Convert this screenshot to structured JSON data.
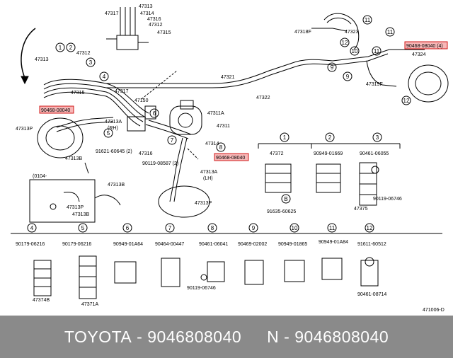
{
  "callouts": [
    {
      "id": "c1",
      "label": "1"
    },
    {
      "id": "c2",
      "label": "2"
    },
    {
      "id": "c3",
      "label": "3"
    },
    {
      "id": "c4",
      "label": "4"
    },
    {
      "id": "c5",
      "label": "5"
    },
    {
      "id": "c6",
      "label": "6"
    },
    {
      "id": "c7",
      "label": "7"
    },
    {
      "id": "c8",
      "label": "8"
    },
    {
      "id": "c9",
      "label": "9"
    },
    {
      "id": "c10",
      "label": "10"
    },
    {
      "id": "c11",
      "label": "11"
    },
    {
      "id": "c12",
      "label": "12"
    }
  ],
  "labels": {
    "l47317a": "47317",
    "l47313a": "47313",
    "l47316a": "47316",
    "l47312a": "47312",
    "l47315a": "47315",
    "l47313": "47313",
    "l47312": "47312",
    "l47315": "47315",
    "l47317": "47317",
    "l47150": "47150",
    "l47313A_rh": "47313A",
    "rh": "(RH)",
    "l47313P": "47313P",
    "l47313B": "47313B",
    "l91621": "91621-60645 (2)",
    "l47316": "47316",
    "l47321": "47321",
    "l47322": "47322",
    "l47311A": "47311A",
    "l47311": "47311",
    "l47314": "47314",
    "l47318F": "47318F",
    "l47323": "47323",
    "l47324": "47324",
    "l47319F": "47319F",
    "l90119": "90119-08587 (2)",
    "l47313A_lh": "47313A",
    "lh": "(LH)",
    "l47313B_2": "47313B",
    "l47313P_2": "47313P",
    "inset_code": "(0104-",
    "inset_47313P": "47313P",
    "inset_47313B": "47313B",
    "d1_47372": "47372",
    "d1_91635": "91635-60625",
    "d2_90949": "90949-01669",
    "d3_90461": "90461-06055",
    "d3_90119": "90119-06746",
    "d3_47375": "47375",
    "r4_part": "90179-06216",
    "r4_sub": "47374B",
    "r5_part": "90179-06216",
    "r5_sub": "47371A",
    "r6_part": "90949-01A64",
    "r7_part": "90464-00447",
    "r8_part": "90461-06041",
    "r8_sub": "90119-06746",
    "r9_part": "90469-02002",
    "r10_part": "90949-01865",
    "r11_part": "90949-01A84",
    "r12_part": "91611-60512",
    "r12_sub": "90461-08714",
    "diagram_id": "471006-D"
  },
  "highlights": {
    "h1": "90468-08040",
    "h2": "90468-08040 (4)",
    "h3": "90468-08040"
  },
  "footer": {
    "brand": "TOYOTA",
    "part": "9046808040",
    "n_prefix": "N",
    "n_part": "9046808040",
    "separator": " - "
  }
}
